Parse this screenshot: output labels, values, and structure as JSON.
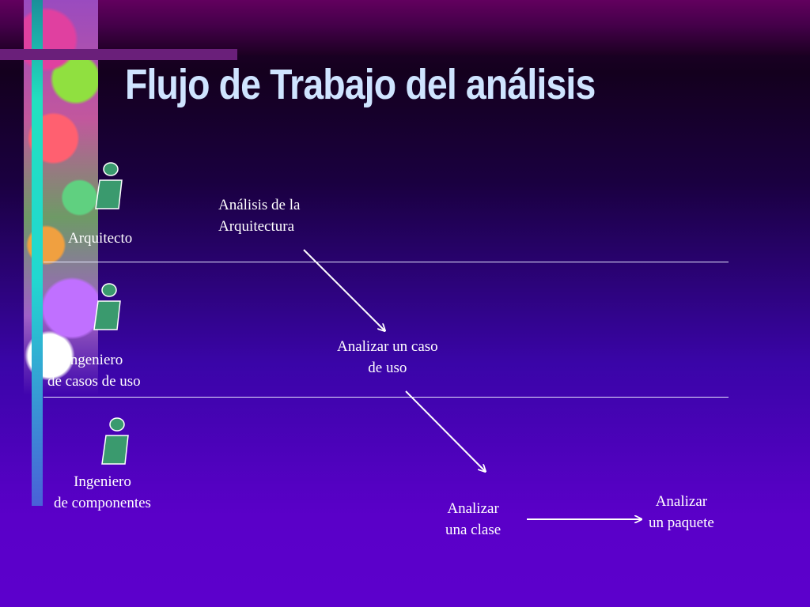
{
  "title": "Flujo de Trabajo del análisis",
  "lanes": [
    {
      "actor_icon": "worker-icon",
      "actor_label": [
        "Arquitecto"
      ]
    },
    {
      "actor_icon": "worker-icon",
      "actor_label": [
        "Ingeniero",
        "de casos de uso"
      ]
    },
    {
      "actor_icon": "worker-icon",
      "actor_label": [
        "Ingeniero",
        "de componentes"
      ]
    }
  ],
  "activities": [
    {
      "lines": [
        "Análisis de la",
        "Arquitectura"
      ]
    },
    {
      "lines": [
        "Analizar un caso",
        "de uso"
      ]
    },
    {
      "lines": [
        "Analizar",
        "una clase"
      ]
    },
    {
      "lines": [
        "Analizar",
        "un paquete"
      ]
    }
  ],
  "colors": {
    "actor_fill": "#3a9a6e",
    "title_text": "#cfe4ff",
    "line_color": "#e6e6ff"
  }
}
